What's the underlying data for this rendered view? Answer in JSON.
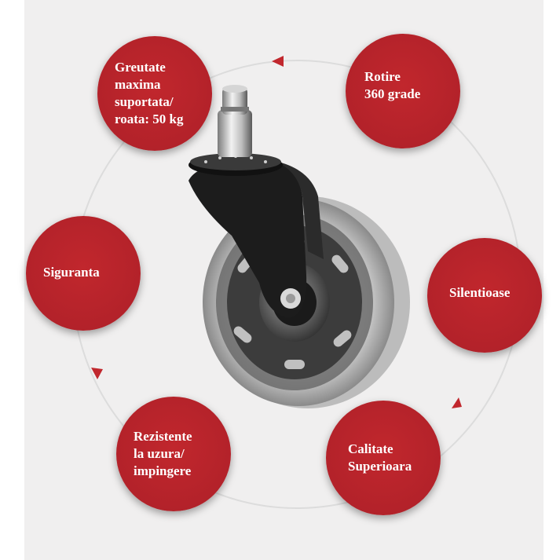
{
  "features": {
    "weight": "Greutate\nmaxima\nsuportata/\nroata: 50 kg",
    "rotation": "Rotire\n360 grade",
    "safety": "Siguranta",
    "silent": "Silentioase",
    "wear": "Rezistente\nla uzura/\nimpingere",
    "quality": "Calitate\nSuperioara"
  },
  "colors": {
    "bubble": "#b3222a",
    "arrow": "#c1272d",
    "ring": "#dcdcdc",
    "background": "#f0efef"
  },
  "product": {
    "image": "chair-caster-wheel-icon"
  }
}
